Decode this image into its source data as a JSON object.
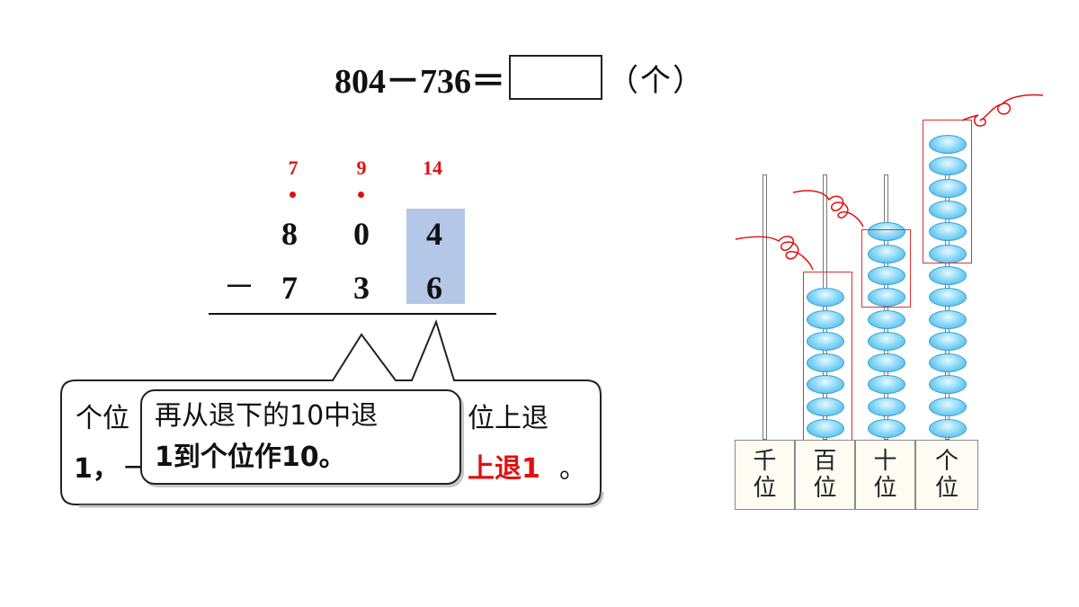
{
  "equation": {
    "expression": "804－736＝",
    "answer": "",
    "unit": "（个）"
  },
  "vertical": {
    "borrow_marks": [
      "7",
      "9",
      "14"
    ],
    "minuend": [
      "8",
      "0",
      "4"
    ],
    "minus_sign": "－",
    "subtrahend": [
      "7",
      "3",
      "6"
    ]
  },
  "back_bubble": {
    "line1_a": "个位",
    "line1_b": "位上退",
    "line2_a": "1，",
    "line2_b": "一",
    "line2_red": "上退1",
    "line2_end": "。"
  },
  "front_bubble": {
    "line1": "再从退下的10中退",
    "line2": "1到个位作10。"
  },
  "abacus": {
    "labels": [
      {
        "top": "千",
        "bottom": "位"
      },
      {
        "top": "百",
        "bottom": "位"
      },
      {
        "top": "十",
        "bottom": "位"
      },
      {
        "top": "个",
        "bottom": "位"
      }
    ],
    "bead_counts": [
      0,
      7,
      10,
      14
    ],
    "accent_color": "#e01010",
    "highlight_color": "#b4c7e7"
  }
}
